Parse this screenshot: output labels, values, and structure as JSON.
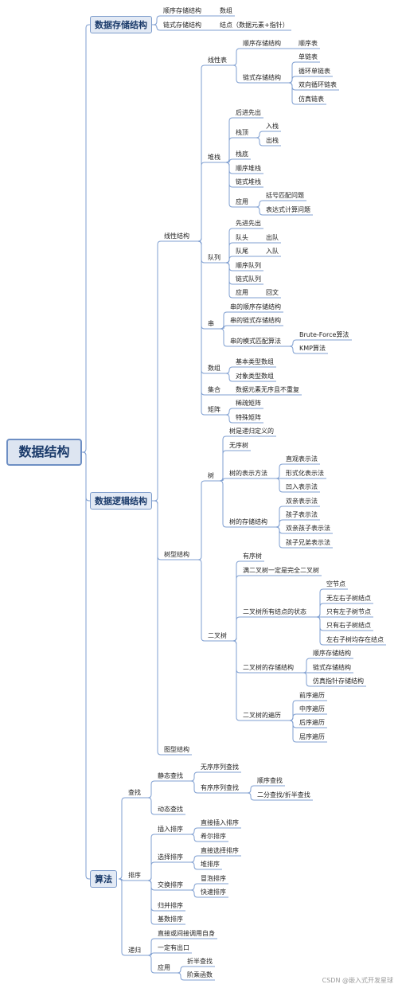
{
  "root": "数据结构",
  "colors": {
    "line": "#7f9fd1",
    "root_fill": "#dde5f1",
    "root_border": "#6e8fc4",
    "level1_fill": "#e3eaf5",
    "text": "#222222"
  },
  "nodes": [
    {
      "id": "n1",
      "label": "数据存储结构",
      "parent": "root"
    },
    {
      "id": "n1a",
      "label": "顺序存储结构",
      "parent": "n1"
    },
    {
      "id": "n1a1",
      "label": "数组",
      "parent": "n1a"
    },
    {
      "id": "n1b",
      "label": "链式存储结构",
      "parent": "n1"
    },
    {
      "id": "n1b1",
      "label": "结点（数据元素+指针）",
      "parent": "n1b"
    },
    {
      "id": "n2",
      "label": "数据逻辑结构",
      "parent": "root"
    },
    {
      "id": "lin",
      "label": "线性结构",
      "parent": "n2"
    },
    {
      "id": "xxb",
      "label": "线性表",
      "parent": "lin"
    },
    {
      "id": "xxb1",
      "label": "顺序存储结构",
      "parent": "xxb"
    },
    {
      "id": "xxb11",
      "label": "顺序表",
      "parent": "xxb1"
    },
    {
      "id": "xxb2",
      "label": "链式存储结构",
      "parent": "xxb"
    },
    {
      "id": "xxb21",
      "label": "单链表",
      "parent": "xxb2"
    },
    {
      "id": "xxb22",
      "label": "循环单链表",
      "parent": "xxb2"
    },
    {
      "id": "xxb23",
      "label": "双向循环链表",
      "parent": "xxb2"
    },
    {
      "id": "xxb24",
      "label": "仿真链表",
      "parent": "xxb2"
    },
    {
      "id": "zhan",
      "label": "堆栈",
      "parent": "lin"
    },
    {
      "id": "zh1",
      "label": "后进先出",
      "parent": "zhan"
    },
    {
      "id": "zh2",
      "label": "栈顶",
      "parent": "zhan"
    },
    {
      "id": "zh21",
      "label": "入栈",
      "parent": "zh2"
    },
    {
      "id": "zh22",
      "label": "出栈",
      "parent": "zh2"
    },
    {
      "id": "zh3",
      "label": "栈底",
      "parent": "zhan"
    },
    {
      "id": "zh4",
      "label": "顺序堆栈",
      "parent": "zhan"
    },
    {
      "id": "zh5",
      "label": "链式堆栈",
      "parent": "zhan"
    },
    {
      "id": "zh6",
      "label": "应用",
      "parent": "zhan"
    },
    {
      "id": "zh61",
      "label": "括号匹配问题",
      "parent": "zh6"
    },
    {
      "id": "zh62",
      "label": "表达式计算问题",
      "parent": "zh6"
    },
    {
      "id": "dl",
      "label": "队列",
      "parent": "lin"
    },
    {
      "id": "dl1",
      "label": "先进先出",
      "parent": "dl"
    },
    {
      "id": "dl2",
      "label": "队头",
      "parent": "dl"
    },
    {
      "id": "dl21",
      "label": "出队",
      "parent": "dl2"
    },
    {
      "id": "dl3",
      "label": "队尾",
      "parent": "dl"
    },
    {
      "id": "dl31",
      "label": "入队",
      "parent": "dl3"
    },
    {
      "id": "dl4",
      "label": "顺序队列",
      "parent": "dl"
    },
    {
      "id": "dl5",
      "label": "链式队列",
      "parent": "dl"
    },
    {
      "id": "dl6",
      "label": "应用",
      "parent": "dl"
    },
    {
      "id": "dl61",
      "label": "回文",
      "parent": "dl6"
    },
    {
      "id": "chuan",
      "label": "串",
      "parent": "lin"
    },
    {
      "id": "ch1",
      "label": "串的顺序存储结构",
      "parent": "chuan"
    },
    {
      "id": "ch2",
      "label": "串的链式存储结构",
      "parent": "chuan"
    },
    {
      "id": "ch3",
      "label": "串的模式匹配算法",
      "parent": "chuan"
    },
    {
      "id": "ch31",
      "label": "Brute-Force算法",
      "parent": "ch3"
    },
    {
      "id": "ch32",
      "label": "KMP算法",
      "parent": "ch3"
    },
    {
      "id": "sz",
      "label": "数组",
      "parent": "lin"
    },
    {
      "id": "sz1",
      "label": "基本类型数组",
      "parent": "sz"
    },
    {
      "id": "sz2",
      "label": "对象类型数组",
      "parent": "sz"
    },
    {
      "id": "jh",
      "label": "集合",
      "parent": "lin"
    },
    {
      "id": "jh1",
      "label": "数据元素无序且不重复",
      "parent": "jh"
    },
    {
      "id": "jz",
      "label": "矩阵",
      "parent": "lin"
    },
    {
      "id": "jz1",
      "label": "稀疏矩阵",
      "parent": "jz"
    },
    {
      "id": "jz2",
      "label": "特殊矩阵",
      "parent": "jz"
    },
    {
      "id": "tree",
      "label": "树型结构",
      "parent": "n2"
    },
    {
      "id": "shu",
      "label": "树",
      "parent": "tree"
    },
    {
      "id": "s1",
      "label": "树是递归定义的",
      "parent": "shu"
    },
    {
      "id": "s2",
      "label": "无序树",
      "parent": "shu"
    },
    {
      "id": "s3",
      "label": "树的表示方法",
      "parent": "shu"
    },
    {
      "id": "s31",
      "label": "直观表示法",
      "parent": "s3"
    },
    {
      "id": "s32",
      "label": "形式化表示法",
      "parent": "s3"
    },
    {
      "id": "s33",
      "label": "凹入表示法",
      "parent": "s3"
    },
    {
      "id": "s4",
      "label": "树的存储结构",
      "parent": "shu"
    },
    {
      "id": "s41",
      "label": "双亲表示法",
      "parent": "s4"
    },
    {
      "id": "s42",
      "label": "孩子表示法",
      "parent": "s4"
    },
    {
      "id": "s43",
      "label": "双亲孩子表示法",
      "parent": "s4"
    },
    {
      "id": "s44",
      "label": "孩子兄弟表示法",
      "parent": "s4"
    },
    {
      "id": "ect",
      "label": "二叉树",
      "parent": "tree"
    },
    {
      "id": "e1",
      "label": "有序树",
      "parent": "ect"
    },
    {
      "id": "e2",
      "label": "满二叉树一定是完全二叉树",
      "parent": "ect"
    },
    {
      "id": "e3",
      "label": "二叉树所有结点的状态",
      "parent": "ect"
    },
    {
      "id": "e31",
      "label": "空节点",
      "parent": "e3"
    },
    {
      "id": "e32",
      "label": "无左右子树结点",
      "parent": "e3"
    },
    {
      "id": "e33",
      "label": "只有左子树节点",
      "parent": "e3"
    },
    {
      "id": "e34",
      "label": "只有右子树结点",
      "parent": "e3"
    },
    {
      "id": "e35",
      "label": "左右子树均存在结点",
      "parent": "e3"
    },
    {
      "id": "e4",
      "label": "二叉树的存储结构",
      "parent": "ect"
    },
    {
      "id": "e41",
      "label": "顺序存储结构",
      "parent": "e4"
    },
    {
      "id": "e42",
      "label": "链式存储结构",
      "parent": "e4"
    },
    {
      "id": "e43",
      "label": "仿真指针存储结构",
      "parent": "e4"
    },
    {
      "id": "e5",
      "label": "二叉树的遍历",
      "parent": "ect"
    },
    {
      "id": "e51",
      "label": "前序遍历",
      "parent": "e5"
    },
    {
      "id": "e52",
      "label": "中序遍历",
      "parent": "e5"
    },
    {
      "id": "e53",
      "label": "后序遍历",
      "parent": "e5"
    },
    {
      "id": "e54",
      "label": "层序遍历",
      "parent": "e5"
    },
    {
      "id": "graph",
      "label": "图型结构",
      "parent": "n2"
    },
    {
      "id": "n3",
      "label": "算法",
      "parent": "root"
    },
    {
      "id": "cz",
      "label": "查找",
      "parent": "n3"
    },
    {
      "id": "cz1",
      "label": "静态查找",
      "parent": "cz"
    },
    {
      "id": "cz11",
      "label": "无序序列查找",
      "parent": "cz1"
    },
    {
      "id": "cz12",
      "label": "有序序列查找",
      "parent": "cz1"
    },
    {
      "id": "cz121",
      "label": "顺序查找",
      "parent": "cz12"
    },
    {
      "id": "cz122",
      "label": "二分查找/折半查找",
      "parent": "cz12"
    },
    {
      "id": "cz2",
      "label": "动态查找",
      "parent": "cz"
    },
    {
      "id": "px",
      "label": "排序",
      "parent": "n3"
    },
    {
      "id": "px1",
      "label": "插入排序",
      "parent": "px"
    },
    {
      "id": "px11",
      "label": "直接插入排序",
      "parent": "px1"
    },
    {
      "id": "px12",
      "label": "希尔排序",
      "parent": "px1"
    },
    {
      "id": "px2",
      "label": "选择排序",
      "parent": "px"
    },
    {
      "id": "px21",
      "label": "直接选择排序",
      "parent": "px2"
    },
    {
      "id": "px22",
      "label": "堆排序",
      "parent": "px2"
    },
    {
      "id": "px3",
      "label": "交换排序",
      "parent": "px"
    },
    {
      "id": "px31",
      "label": "冒泡排序",
      "parent": "px3"
    },
    {
      "id": "px32",
      "label": "快速排序",
      "parent": "px3"
    },
    {
      "id": "px4",
      "label": "归并排序",
      "parent": "px"
    },
    {
      "id": "px5",
      "label": "基数排序",
      "parent": "px"
    },
    {
      "id": "dg",
      "label": "递归",
      "parent": "n3"
    },
    {
      "id": "dg1",
      "label": "直接或间接调用自身",
      "parent": "dg"
    },
    {
      "id": "dg2",
      "label": "一定有出口",
      "parent": "dg"
    },
    {
      "id": "dg3",
      "label": "应用",
      "parent": "dg"
    },
    {
      "id": "dg31",
      "label": "折半查找",
      "parent": "dg3"
    },
    {
      "id": "dg32",
      "label": "阶乘函数",
      "parent": "dg3"
    }
  ],
  "watermark": "CSDN @嵌入式开发星球"
}
